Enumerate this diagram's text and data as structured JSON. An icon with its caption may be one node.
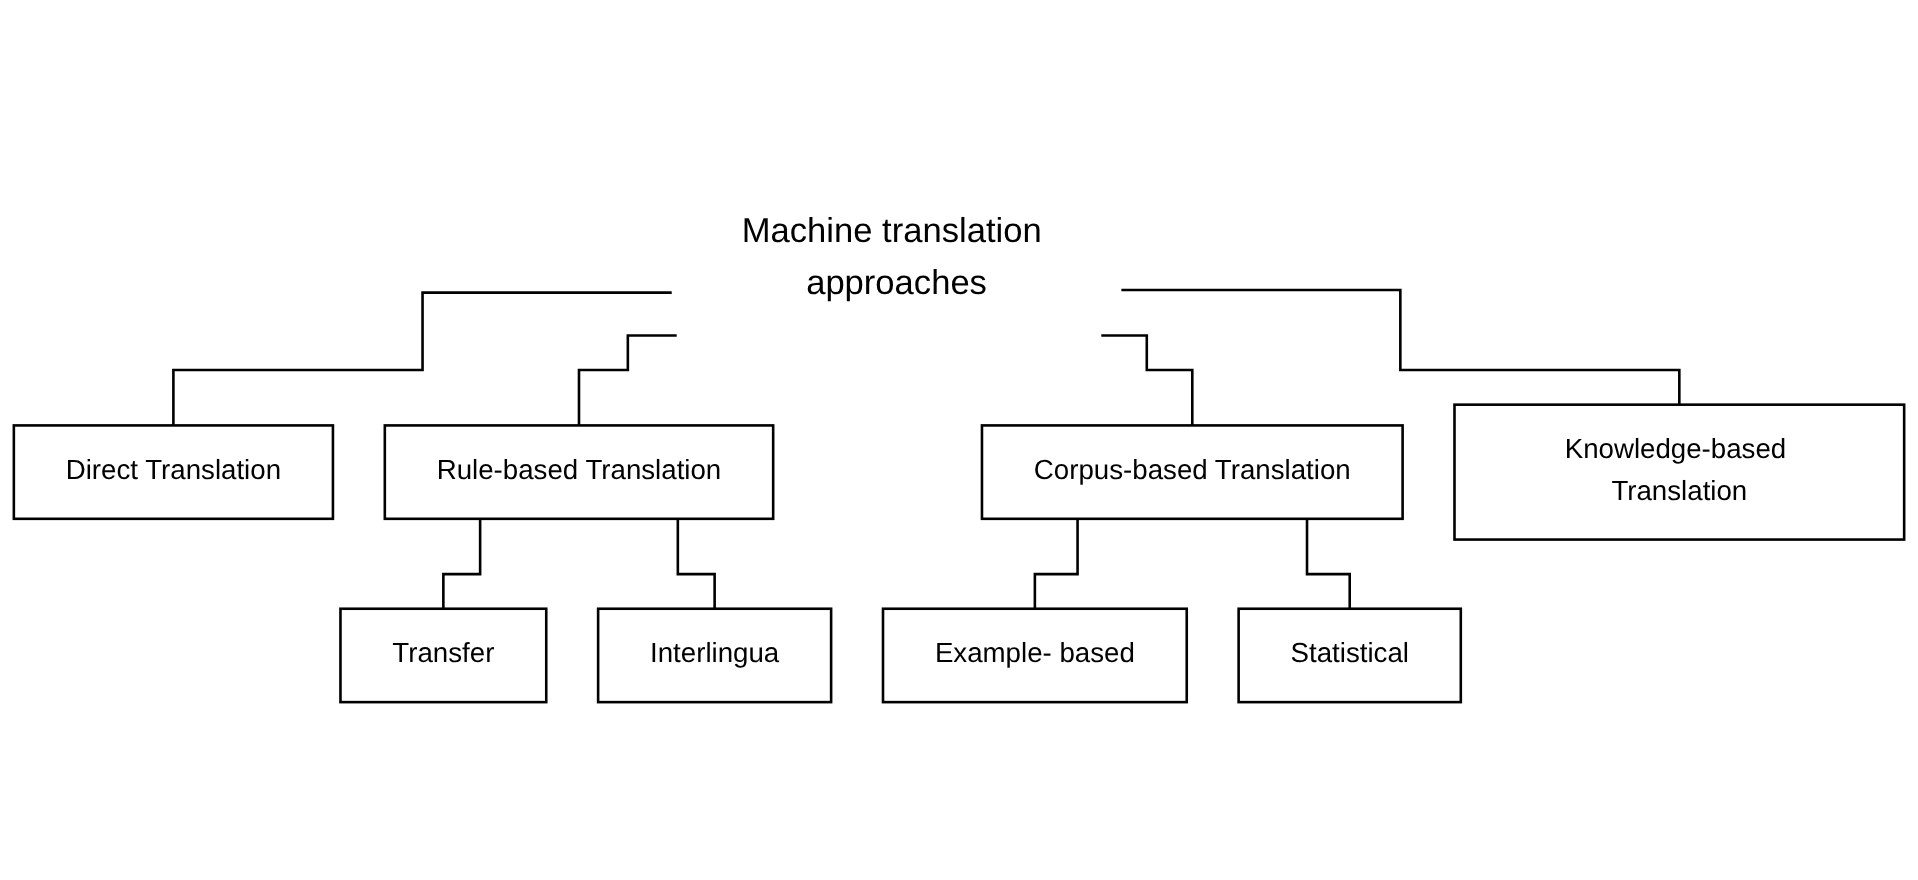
{
  "diagram": {
    "nodes": [
      {
        "text": [
          "Machine translation approaches"
        ]
      },
      {
        "text": [
          "Direct Translation"
        ]
      },
      {
        "text": [
          "Rule-based Translation"
        ]
      },
      {
        "text": [
          "Corpus-based Translation"
        ]
      },
      {
        "text": [
          "Knowledge-based Translation"
        ]
      },
      {
        "text": [
          "Transfer"
        ]
      },
      {
        "text": [
          "Interlingua"
        ]
      },
      {
        "text": [
          "Example- based"
        ]
      },
      {
        "text": [
          "Statistical"
        ]
      }
    ],
    "edges": [
      {
        "from": 0,
        "to": 1,
        "arrow": "none"
      },
      {
        "from": 0,
        "to": 2,
        "arrow": "none"
      },
      {
        "from": 0,
        "to": 3,
        "arrow": "none"
      },
      {
        "from": 0,
        "to": 4,
        "arrow": "none"
      },
      {
        "from": 2,
        "to": 5,
        "arrow": "none"
      },
      {
        "from": 2,
        "to": 6,
        "arrow": "none"
      },
      {
        "from": 3,
        "to": 7,
        "arrow": "none"
      },
      {
        "from": 3,
        "to": 8,
        "arrow": "none"
      }
    ]
  }
}
